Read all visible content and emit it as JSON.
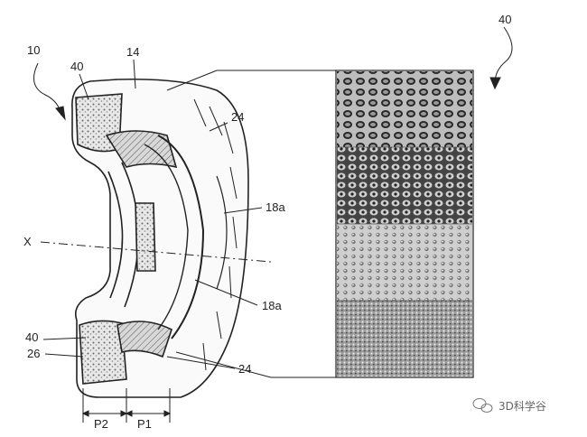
{
  "figure": {
    "labels": {
      "tire_ref": "10",
      "foam_ref_top": "40",
      "tread_ref": "14",
      "rib_ref_top": "24",
      "sidewall_ref_upper": "18a",
      "axis_ref": "X",
      "sidewall_ref_lower": "18a",
      "foam_ref_bottom": "40",
      "layer_ref": "26",
      "rib_ref_bottom": "24",
      "pitch_2": "P2",
      "pitch_1": "P1",
      "micrograph_ref": "40"
    },
    "micrograph_panels": 4,
    "watermark": "3D科学谷"
  }
}
